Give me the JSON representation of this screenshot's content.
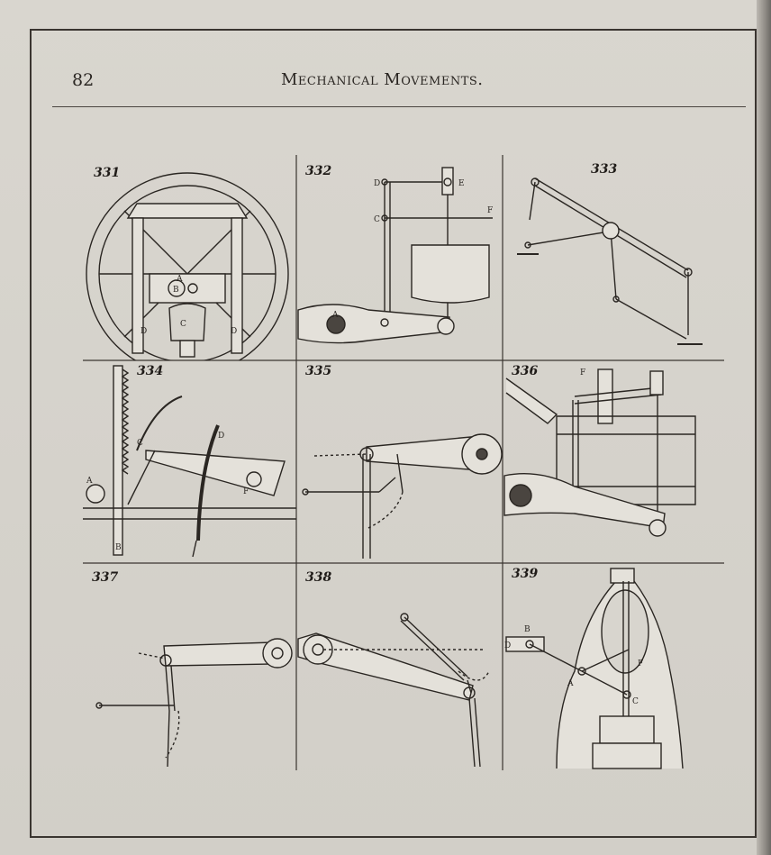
{
  "header": {
    "page_number": "82",
    "title": "Mechanical Movements."
  },
  "figures": [
    {
      "label": "331",
      "letters": [
        "A",
        "B",
        "C",
        "D",
        "D"
      ]
    },
    {
      "label": "332",
      "letters": [
        "D",
        "E",
        "C",
        "F",
        "A"
      ]
    },
    {
      "label": "333",
      "letters": []
    },
    {
      "label": "334",
      "letters": [
        "A",
        "B",
        "C",
        "D",
        "F"
      ]
    },
    {
      "label": "335",
      "letters": []
    },
    {
      "label": "336",
      "letters": [
        "F"
      ]
    },
    {
      "label": "337",
      "letters": []
    },
    {
      "label": "338",
      "letters": []
    },
    {
      "label": "339",
      "letters": [
        "B",
        "D",
        "A",
        "F",
        "C"
      ]
    }
  ],
  "colors": {
    "paper": "#d8d5ce",
    "ink": "#2a2622"
  }
}
